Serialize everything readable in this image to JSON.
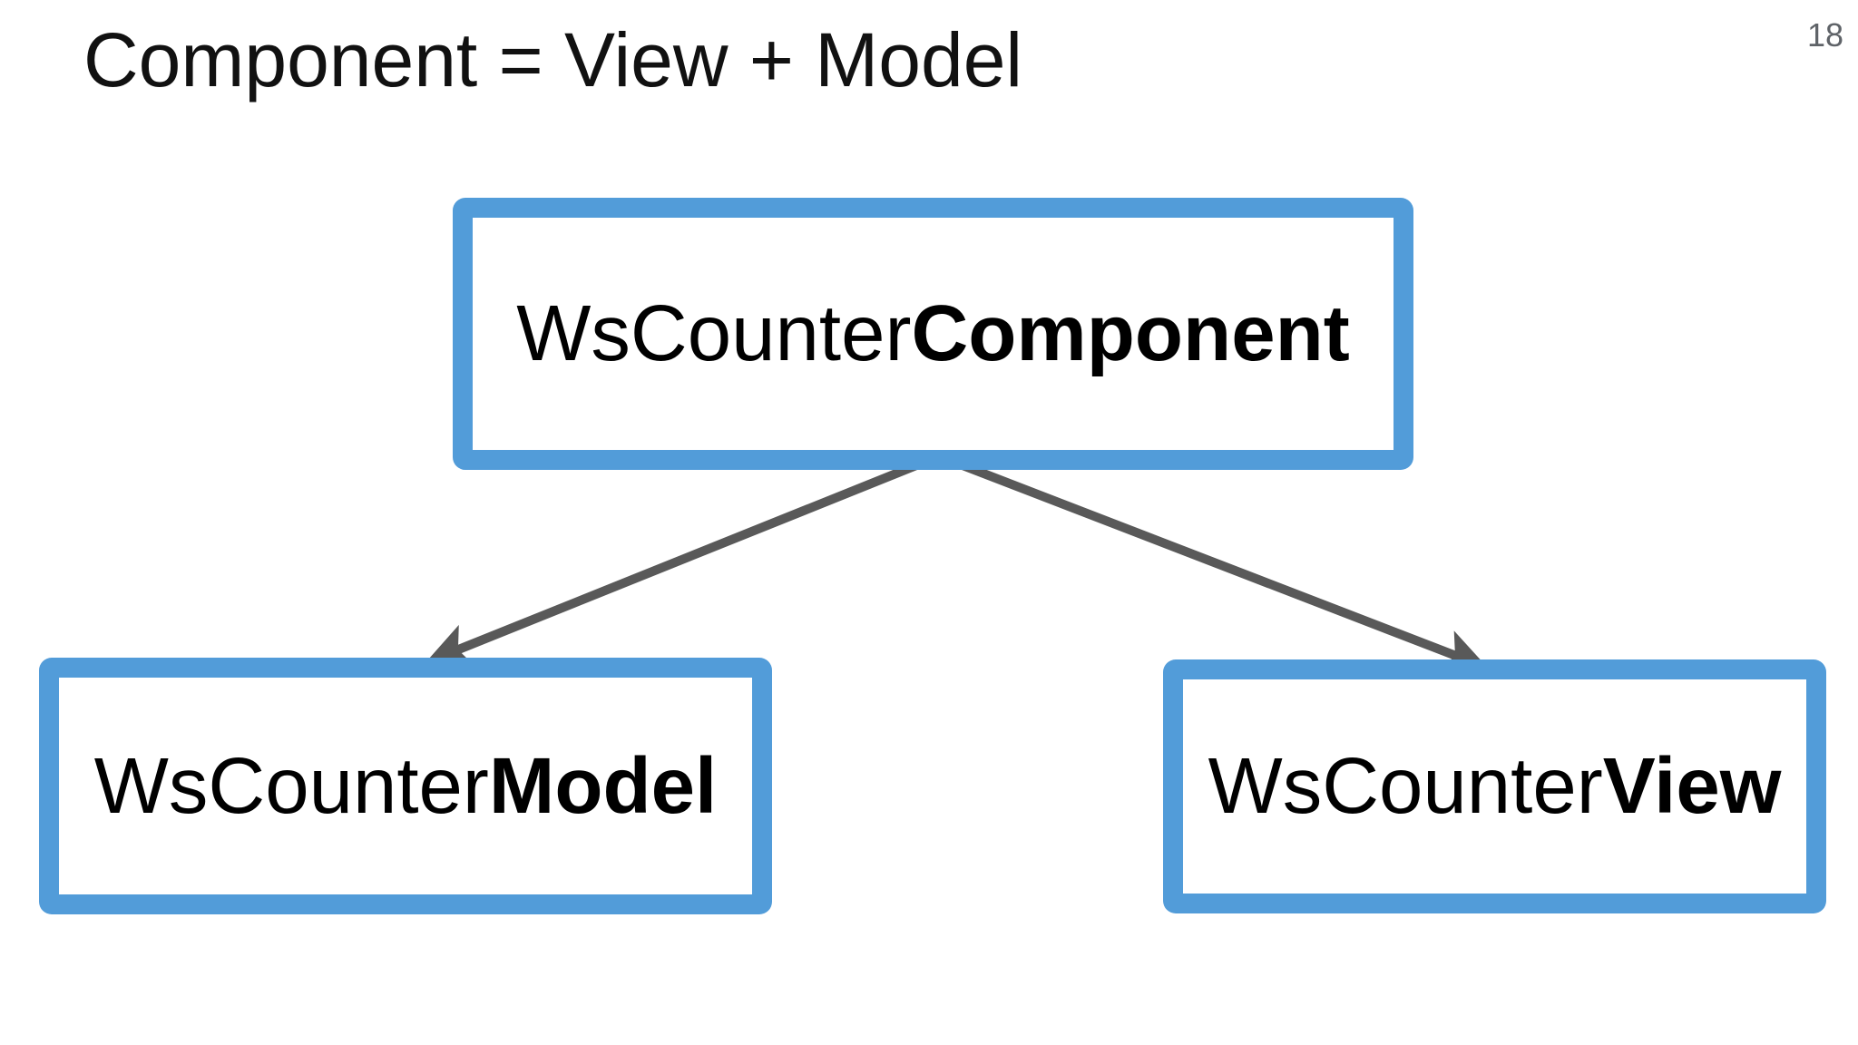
{
  "slide": {
    "title": "Component = View + Model",
    "page_number": "18"
  },
  "colors": {
    "box_border": "#529cd9",
    "arrow": "#595959",
    "title_text": "#111111",
    "page_number_text": "#5f6368",
    "node_text": "#000000",
    "background": "#ffffff"
  },
  "diagram": {
    "nodes": [
      {
        "id": "component",
        "prefix": "WsCounter",
        "bold": "Component"
      },
      {
        "id": "model",
        "prefix": "WsCounter",
        "bold": "Model"
      },
      {
        "id": "view",
        "prefix": "WsCounter",
        "bold": "View"
      }
    ],
    "edges": [
      {
        "from": "component",
        "to": "model"
      },
      {
        "from": "component",
        "to": "view"
      }
    ]
  }
}
